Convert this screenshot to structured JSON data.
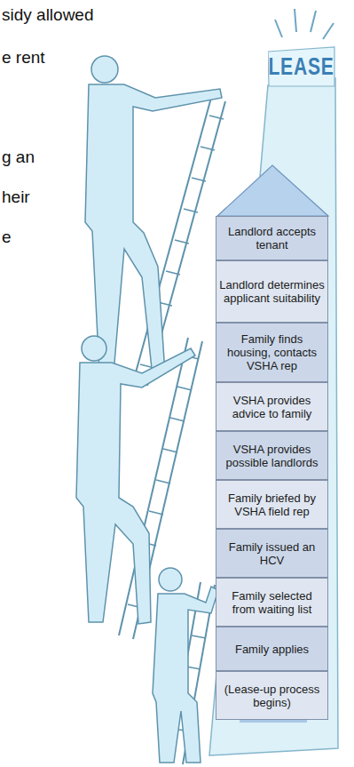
{
  "diagram": {
    "nodes": [
      {
        "text": [
          "LEASE"
        ]
      },
      {
        "text": [
          "Landlord accepts tenant"
        ]
      },
      {
        "text": [
          "Landlord determines applicant suitability"
        ]
      },
      {
        "text": [
          "Family finds housing, contacts VSHA rep"
        ]
      },
      {
        "text": [
          "VSHA provides advice to family"
        ]
      },
      {
        "text": [
          "VSHA provides possible landlords"
        ]
      },
      {
        "text": [
          "Family briefed by VSHA field rep"
        ]
      },
      {
        "text": [
          "Family issued an HCV"
        ]
      },
      {
        "text": [
          "Family selected from waiting list"
        ]
      },
      {
        "text": [
          "Family applies"
        ]
      },
      {
        "text": [
          "(Lease-up process begins)"
        ]
      }
    ],
    "labels": [
      "sidy allowed",
      "e rent",
      "g an",
      "heir",
      "e"
    ]
  }
}
